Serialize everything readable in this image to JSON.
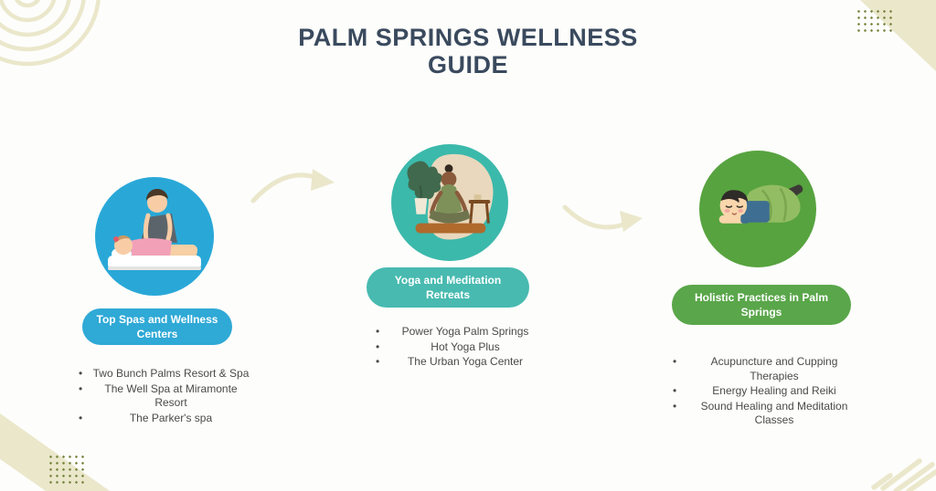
{
  "title": "PALM SPRINGS WELLNESS GUIDE",
  "bullet": "•",
  "colors": {
    "background": "#fdfdfb",
    "title_text": "#3a4a5e",
    "body_text": "#4a4a4a",
    "cream_accent": "#eae7cb",
    "olive_dots": "#75833c"
  },
  "sections": [
    {
      "label": "Top Spas and Wellness Centers",
      "circle_color": "#29a8d8",
      "pill_color": "#2fa9d6",
      "illustration": "massage",
      "items": [
        "Two Bunch Palms Resort & Spa",
        "The Well Spa at Miramonte Resort",
        "The Parker's spa"
      ]
    },
    {
      "label": "Yoga and Meditation Retreats",
      "circle_color": "#3bb9ab",
      "pill_color": "#48bab0",
      "illustration": "yoga-meditation",
      "items": [
        "Power Yoga Palm Springs",
        "Hot Yoga Plus",
        "The Urban Yoga Center"
      ]
    },
    {
      "label": "Holistic Practices in Palm Springs",
      "circle_color": "#57a33f",
      "pill_color": "#5aa64a",
      "illustration": "resting-person",
      "items": [
        "Acupuncture and Cupping Therapies",
        "Energy Healing and Reiki",
        "Sound Healing and Meditation Classes"
      ]
    }
  ]
}
